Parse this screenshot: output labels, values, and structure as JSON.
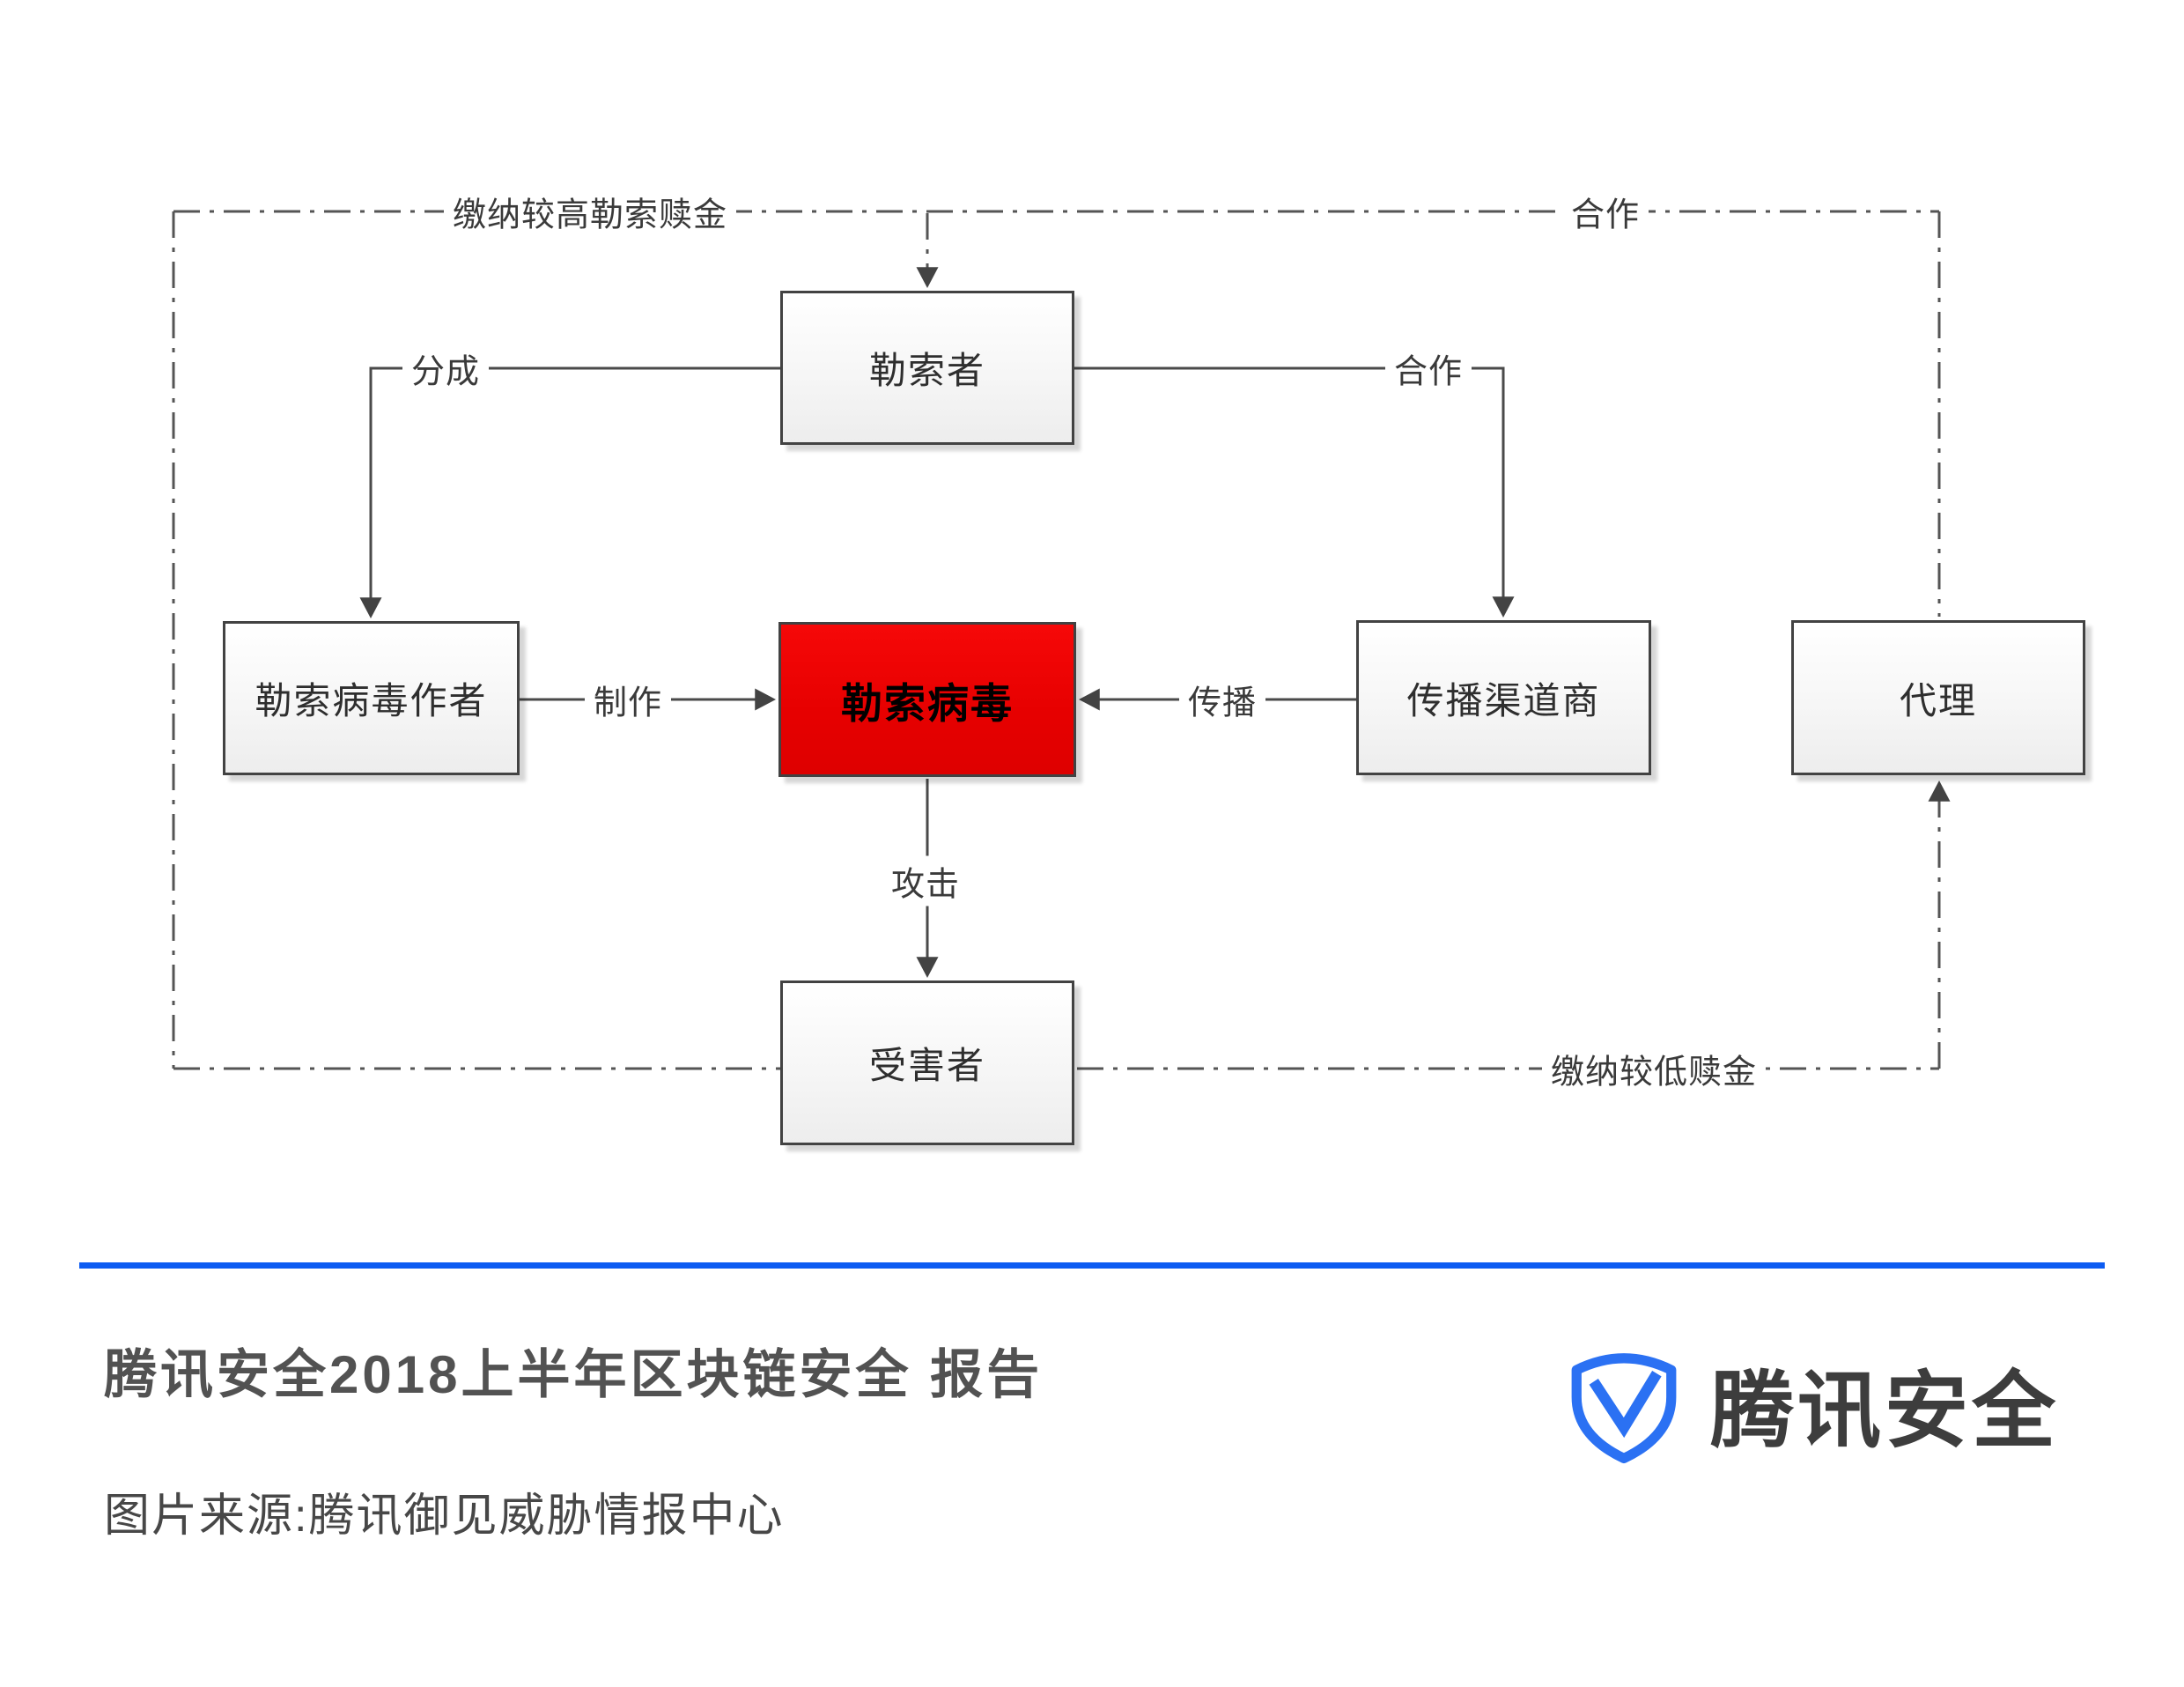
{
  "diagram": {
    "boxes": [
      {
        "id": "extortioner",
        "label": "勒索者",
        "highlight": false
      },
      {
        "id": "ransomware-author",
        "label": "勒索病毒作者",
        "highlight": false
      },
      {
        "id": "ransomware",
        "label": "勒索病毒",
        "highlight": true
      },
      {
        "id": "distribution-channel",
        "label": "传播渠道商",
        "highlight": false
      },
      {
        "id": "agent",
        "label": "代理",
        "highlight": false
      },
      {
        "id": "victim",
        "label": "受害者",
        "highlight": false
      }
    ],
    "edge_labels": {
      "pay_higher_ransom": "缴纳较高勒索赎金",
      "cooperation_top": "合作",
      "split_share": "分成",
      "cooperation_right": "合作",
      "produce": "制作",
      "spread": "传播",
      "attack": "攻击",
      "pay_lower_ransom": "缴纳较低赎金"
    },
    "colors": {
      "highlight_box": "#e60000",
      "solid_line": "#4a4a4a",
      "dashed_line": "#555555"
    }
  },
  "footer": {
    "title": "腾讯安全2018上半年区块链安全 报告",
    "source_line": "图片来源:腾讯御见威胁情报中心",
    "brand_name": "腾讯安全",
    "accent_blue": "#0d5cf2",
    "logo_blue": "#2b71f3"
  }
}
